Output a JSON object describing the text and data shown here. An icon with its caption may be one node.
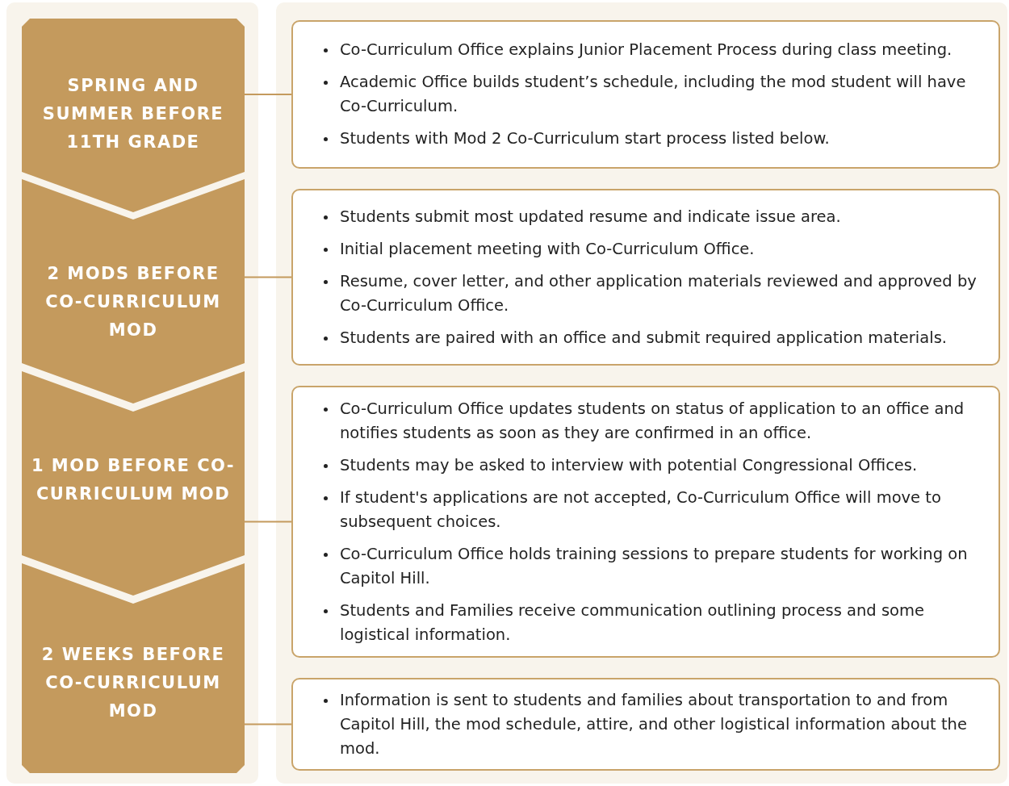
{
  "diagram": {
    "nodes": [
      {
        "text": [
          "SPRING AND SUMMER BEFORE 11TH GRADE"
        ]
      },
      {
        "text": [
          "2 MODS BEFORE CO-CURRICULUM MOD"
        ]
      },
      {
        "text": [
          "1 MOD BEFORE CO-CURRICULUM MOD"
        ]
      },
      {
        "text": [
          "2 WEEKS BEFORE CO-CURRICULUM MOD"
        ]
      },
      {
        "text": [
          "Co-Curriculum Office explains Junior Placement Process during class meeting.",
          "Academic Office builds student’s schedule, including the mod student will have Co-Curriculum.",
          "Students with Mod 2 Co-Curriculum start process listed below."
        ]
      },
      {
        "text": [
          "Students submit most updated resume and indicate issue area.",
          "Initial placement meeting with Co-Curriculum Office.",
          "Resume, cover letter, and other application materials reviewed and approved by Co-Curriculum Office.",
          "Students are paired with an office and submit required application materials."
        ]
      },
      {
        "text": [
          "Co-Curriculum Office updates students on status of application to an office and notifies students as soon as they are confirmed in an office.",
          "Students may be asked to interview with potential Congressional Offices.",
          "If student's applications are not accepted, Co-Curriculum Office will move to subsequent choices.",
          "Co-Curriculum Office holds training sessions to prepare students for working on Capitol Hill.",
          "Students and Families receive communication outlining process and some logistical information."
        ]
      },
      {
        "text": [
          "Information is sent to students and families about transportation to and from Capitol Hill, the mod schedule, attire, and other logistical information about the mod."
        ]
      }
    ],
    "edges": [
      {
        "from": 0,
        "to": 4,
        "arrow": "none"
      },
      {
        "from": 1,
        "to": 5,
        "arrow": "none"
      },
      {
        "from": 2,
        "to": 6,
        "arrow": "none"
      },
      {
        "from": 3,
        "to": 7,
        "arrow": "none"
      }
    ]
  }
}
